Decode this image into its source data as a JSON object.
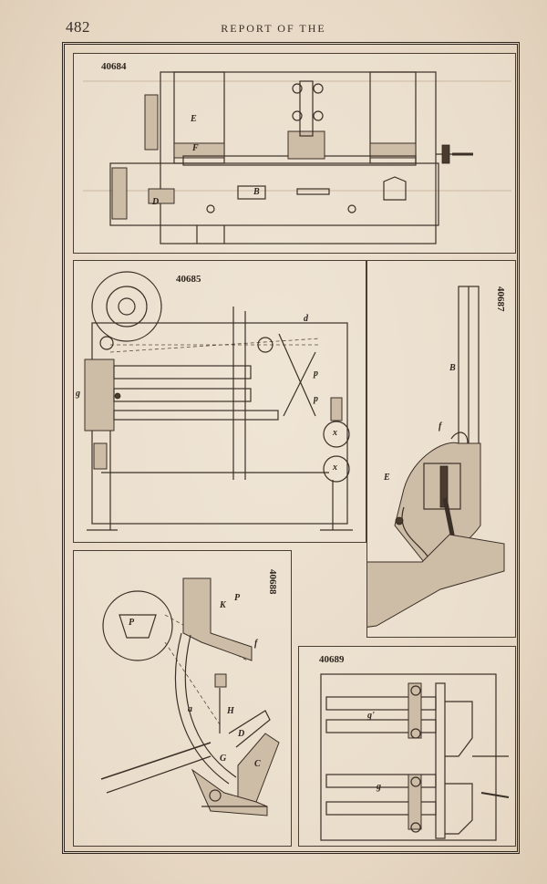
{
  "header": {
    "page_number": "482",
    "running_title": "REPORT OF THE"
  },
  "figures": [
    {
      "id": "40684",
      "letters": [
        "E",
        "F",
        "B",
        "D"
      ]
    },
    {
      "id": "40685",
      "letters": [
        "d",
        "p",
        "p",
        "g",
        "x",
        "x"
      ]
    },
    {
      "id": "40687",
      "letters": [
        "B",
        "f",
        "E"
      ]
    },
    {
      "id": "40688",
      "letters": [
        "K",
        "P",
        "f",
        "P",
        "a",
        "H",
        "D",
        "G",
        "C"
      ]
    },
    {
      "id": "40689",
      "letters": [
        "g'",
        "g"
      ]
    }
  ]
}
